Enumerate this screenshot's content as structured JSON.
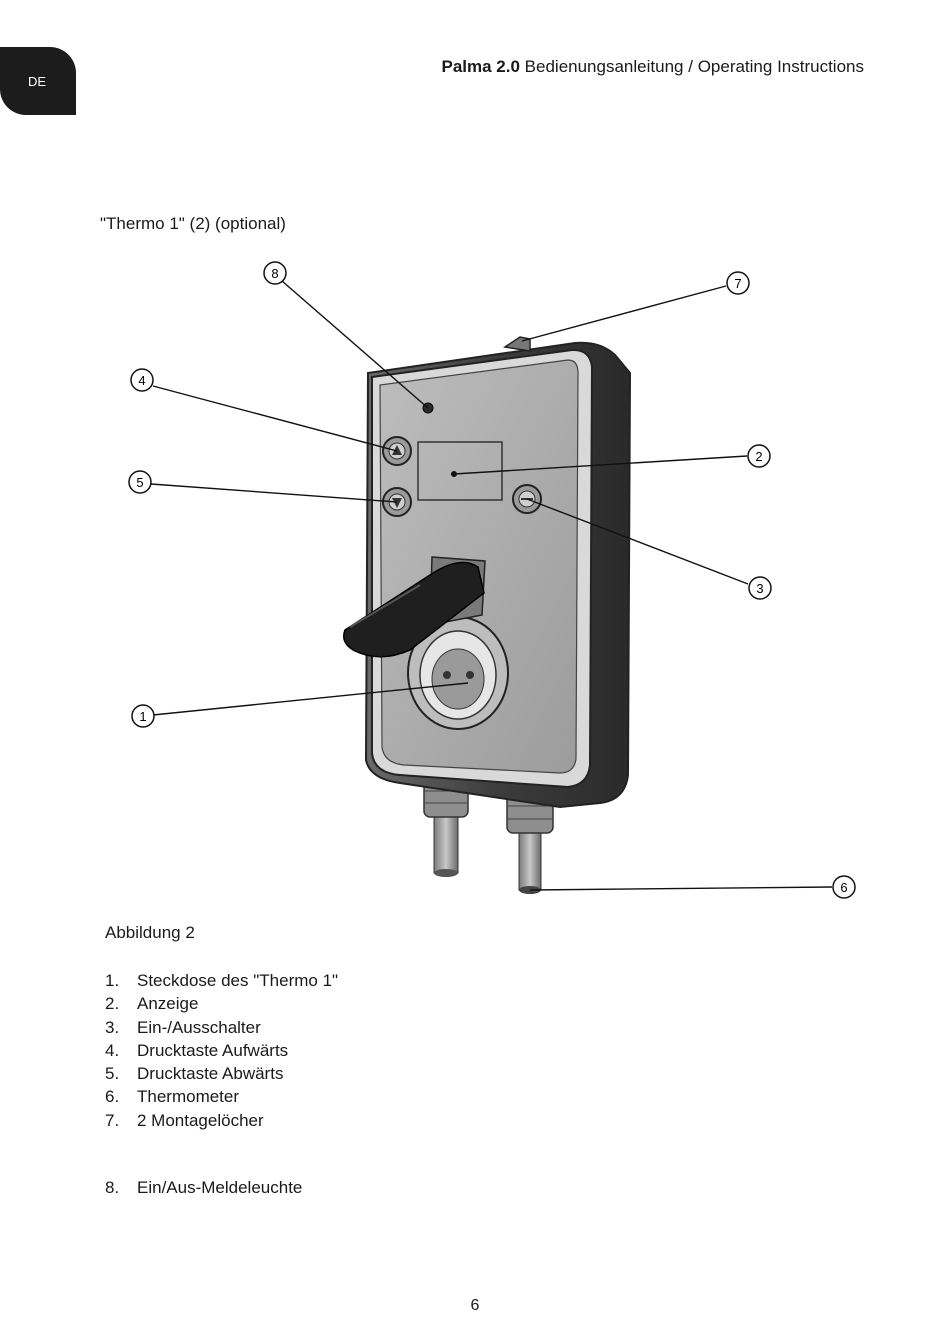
{
  "language_tab": "DE",
  "header": {
    "product": "Palma 2.0",
    "title": "Bedienungsanleitung",
    "separator": "/",
    "title_en": "Operating Instructions"
  },
  "subtitle": "\"Thermo 1\" (2) (optional)",
  "figure": {
    "callouts": [
      "1",
      "2",
      "3",
      "4",
      "5",
      "6",
      "7",
      "8"
    ]
  },
  "caption": "Abbildung 2",
  "legend": [
    {
      "num": "1.",
      "label": "Steckdose des \"Thermo 1\""
    },
    {
      "num": "2.",
      "label": "Anzeige"
    },
    {
      "num": "3.",
      "label": "Ein-/Ausschalter"
    },
    {
      "num": "4.",
      "label": "Drucktaste Aufwärts"
    },
    {
      "num": "5.",
      "label": "Drucktaste Abwärts"
    },
    {
      "num": "6.",
      "label": "Thermometer"
    },
    {
      "num": "7.",
      "label": "2 Montagelöcher"
    },
    {
      "num": "8.",
      "label": "Ein/Aus-Meldeleuchte"
    }
  ],
  "page_number": "6"
}
